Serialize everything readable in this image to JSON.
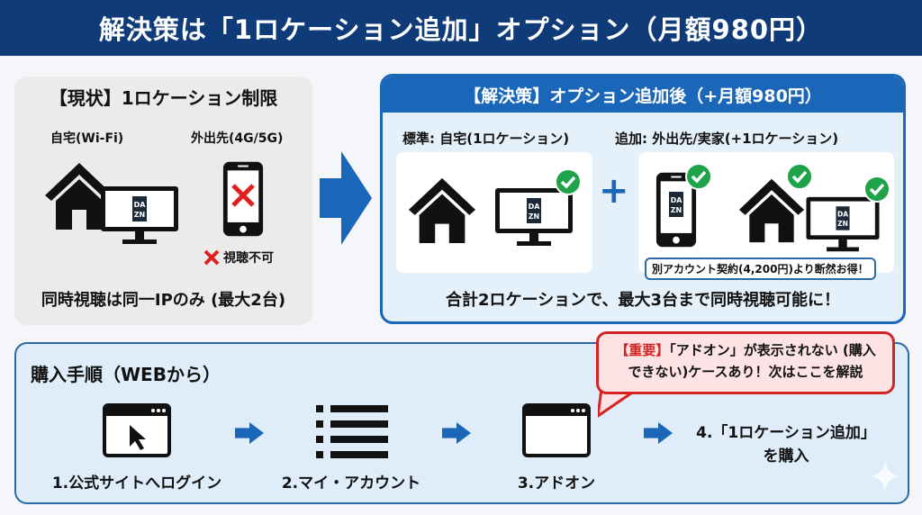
{
  "title": "解決策は「1ロケーション追加」オプション（月額980円）",
  "current": {
    "heading": "【現状】1ロケーション制限",
    "home_label": "自宅(Wi-Fi)",
    "mobile_label": "外出先(4G/5G)",
    "not_allowed": "視聴不可",
    "footer": "同時視聴は同一IPのみ (最大2台)",
    "tv_logo": "DAZN"
  },
  "solution": {
    "heading": "【解決策】オプション追加後（+月額980円）",
    "standard_label": "標準: 自宅(1ロケーション)",
    "added_label": "追加: 外出先/実家(+1ロケーション)",
    "plus": "+",
    "note": "別アカウント契約(4,200円)より断然お得！",
    "footer": "合計2ロケーションで、最大3台まで同時視聴可能に！"
  },
  "purchase": {
    "heading": "購入手順（WEBから）",
    "steps": [
      {
        "label": "1.公式サイトへログイン",
        "icon": "browser-cursor-icon"
      },
      {
        "label": "2.マイ・アカウント",
        "icon": "list-icon"
      },
      {
        "label": "3.アドオン",
        "icon": "browser-window-icon"
      },
      {
        "label": "4.「1ロケーション追加」",
        "label2": "を購入"
      }
    ],
    "callout_tag": "【重要】",
    "callout_text1": "「アドオン」が表示されない (購入",
    "callout_text2": "できない)ケースあり！次はここを解説"
  },
  "colors": {
    "navy": "#0f3b78",
    "blue": "#1a66b8",
    "check": "#1fa34a",
    "red": "#d42525"
  }
}
